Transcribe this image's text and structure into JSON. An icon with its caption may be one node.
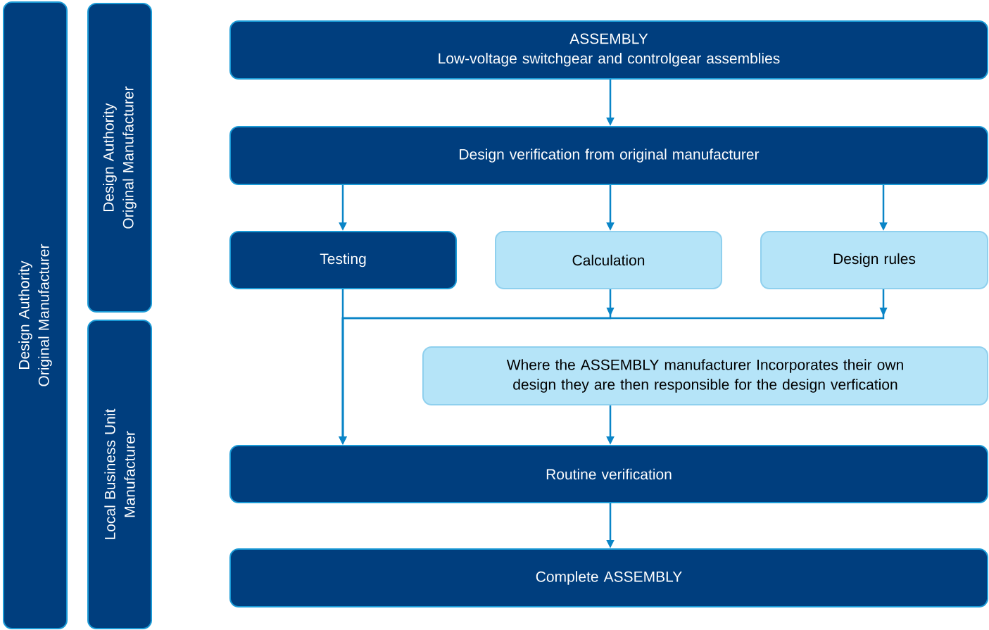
{
  "diagram": {
    "nodes": [
      {
        "text": [
          "Design Authority",
          "Original Manufacturer"
        ]
      },
      {
        "text": [
          "Design Authority",
          "Original Manufacturer"
        ]
      },
      {
        "text": [
          "Local Business Unit",
          "Manufacturer"
        ]
      },
      {
        "text": [
          "ASSEMBLY",
          "Low-voltage switchgear and controlgear assemblies"
        ]
      },
      {
        "text": [
          "Design verification from original manufacturer"
        ]
      },
      {
        "text": [
          "Testing"
        ]
      },
      {
        "text": [
          "Calculation"
        ]
      },
      {
        "text": [
          "Design rules"
        ]
      },
      {
        "text": [
          "Where the ASSEMBLY manufacturer Incorporates their own design they are then responsible for the design verfication"
        ]
      },
      {
        "text": [
          "Routine verification"
        ]
      },
      {
        "text": [
          "Complete ASSEMBLY"
        ]
      }
    ],
    "edges": [
      {
        "from": 3,
        "to": 4,
        "arrow": "to"
      },
      {
        "from": 4,
        "to": 5,
        "arrow": "to"
      },
      {
        "from": 4,
        "to": 6,
        "arrow": "to"
      },
      {
        "from": 4,
        "to": 7,
        "arrow": "to"
      },
      {
        "from": 5,
        "to": 9,
        "arrow": "to"
      },
      {
        "from": 6,
        "to": 9,
        "arrow": "to"
      },
      {
        "from": 7,
        "to": 9,
        "arrow": "to"
      },
      {
        "from": 8,
        "to": 9,
        "arrow": "to"
      },
      {
        "from": 9,
        "to": 10,
        "arrow": "to"
      }
    ]
  }
}
